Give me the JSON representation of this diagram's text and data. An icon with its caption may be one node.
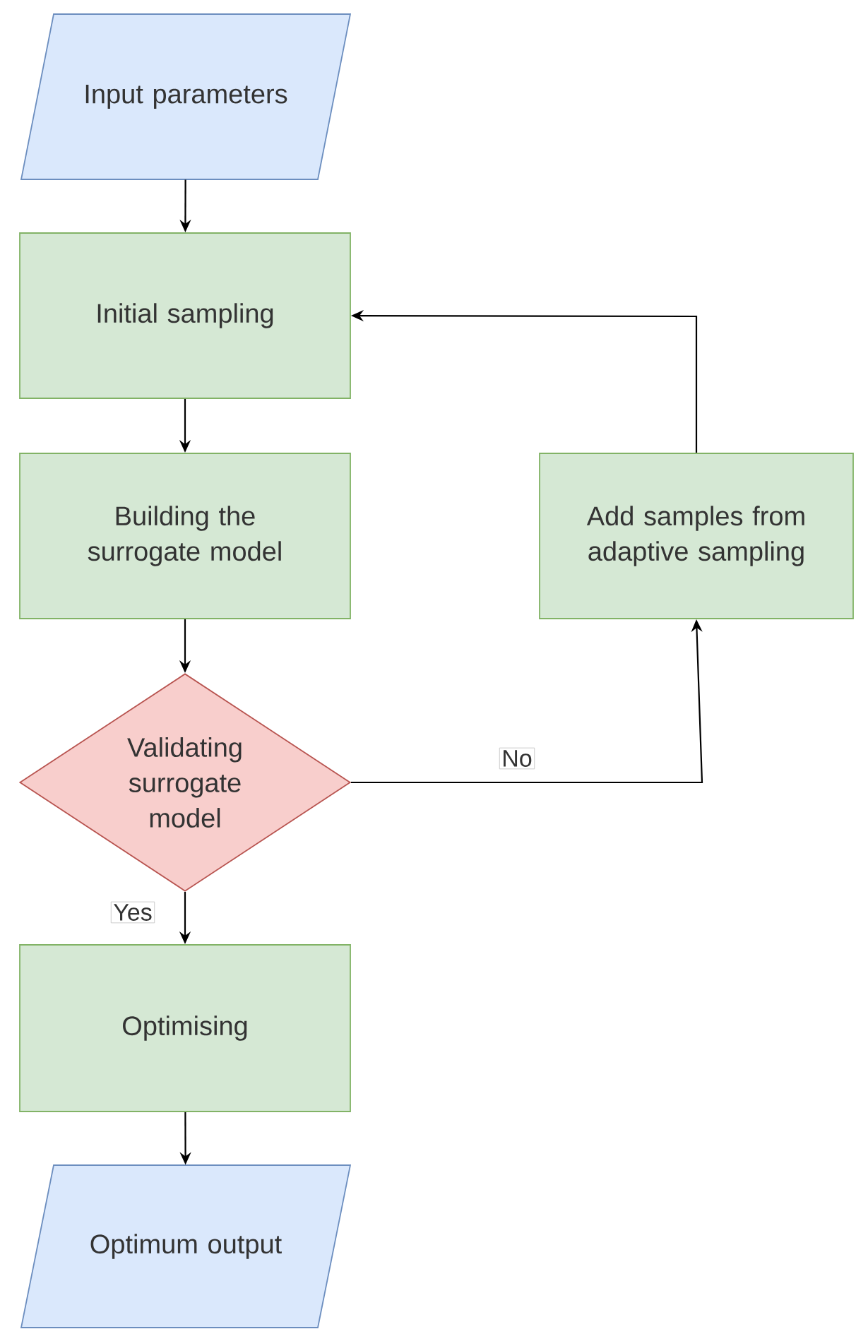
{
  "diagram": {
    "nodes": [
      {
        "text": [
          "Input parameters"
        ]
      },
      {
        "text": [
          "Initial sampling"
        ]
      },
      {
        "text": [
          "Building the surrogate model"
        ]
      },
      {
        "text": [
          "Validating surrogate model"
        ]
      },
      {
        "text": [
          "Add samples from adaptive sampling"
        ]
      },
      {
        "text": [
          "Optimising"
        ]
      },
      {
        "text": [
          "Optimum output"
        ]
      }
    ],
    "edges": [
      {
        "from": 0,
        "to": 1,
        "arrow": "to"
      },
      {
        "from": 1,
        "to": 2,
        "arrow": "to"
      },
      {
        "from": 2,
        "to": 3,
        "arrow": "to"
      },
      {
        "from": 3,
        "to": 5,
        "arrow": "to",
        "label": "Yes"
      },
      {
        "from": 3,
        "to": 4,
        "arrow": "to",
        "label": "No"
      },
      {
        "from": 4,
        "to": 1,
        "arrow": "to"
      },
      {
        "from": 5,
        "to": 6,
        "arrow": "to"
      }
    ]
  }
}
